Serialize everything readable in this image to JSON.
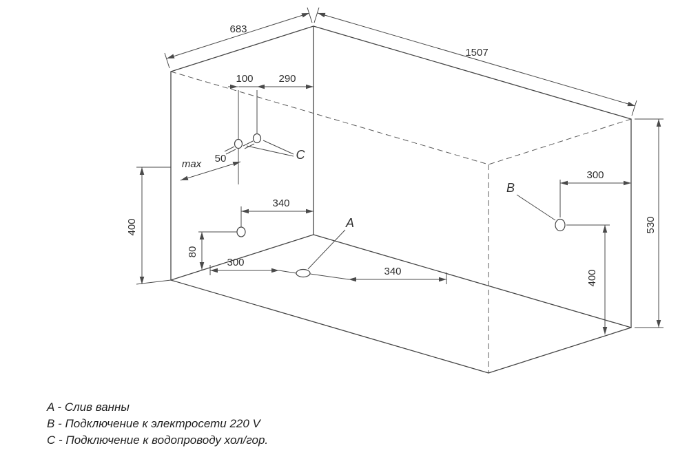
{
  "drawing": {
    "type": "bathtub installation technical drawing",
    "colors": {
      "line": "#454545",
      "text": "#2e2e2e",
      "background": "#ffffff"
    },
    "dimensions": {
      "width_top": "683",
      "length_top": "1507",
      "c_offset": "290",
      "c_spacing": "100",
      "max_label": "max",
      "max_value": "50",
      "side_340": "340",
      "left_height_400": "400",
      "drain_height_80": "80",
      "bottom_300": "300",
      "bottom_340": "340",
      "b_offset_300": "300",
      "b_height_400": "400",
      "right_height_530": "530"
    },
    "points": {
      "a": "A",
      "b": "B",
      "c": "C"
    },
    "legend": {
      "line1": "A - Слив ванны",
      "line2": "B - Подключение к электросети 220 V",
      "line3": "C - Подключение к водопроводу хол/гор."
    }
  }
}
